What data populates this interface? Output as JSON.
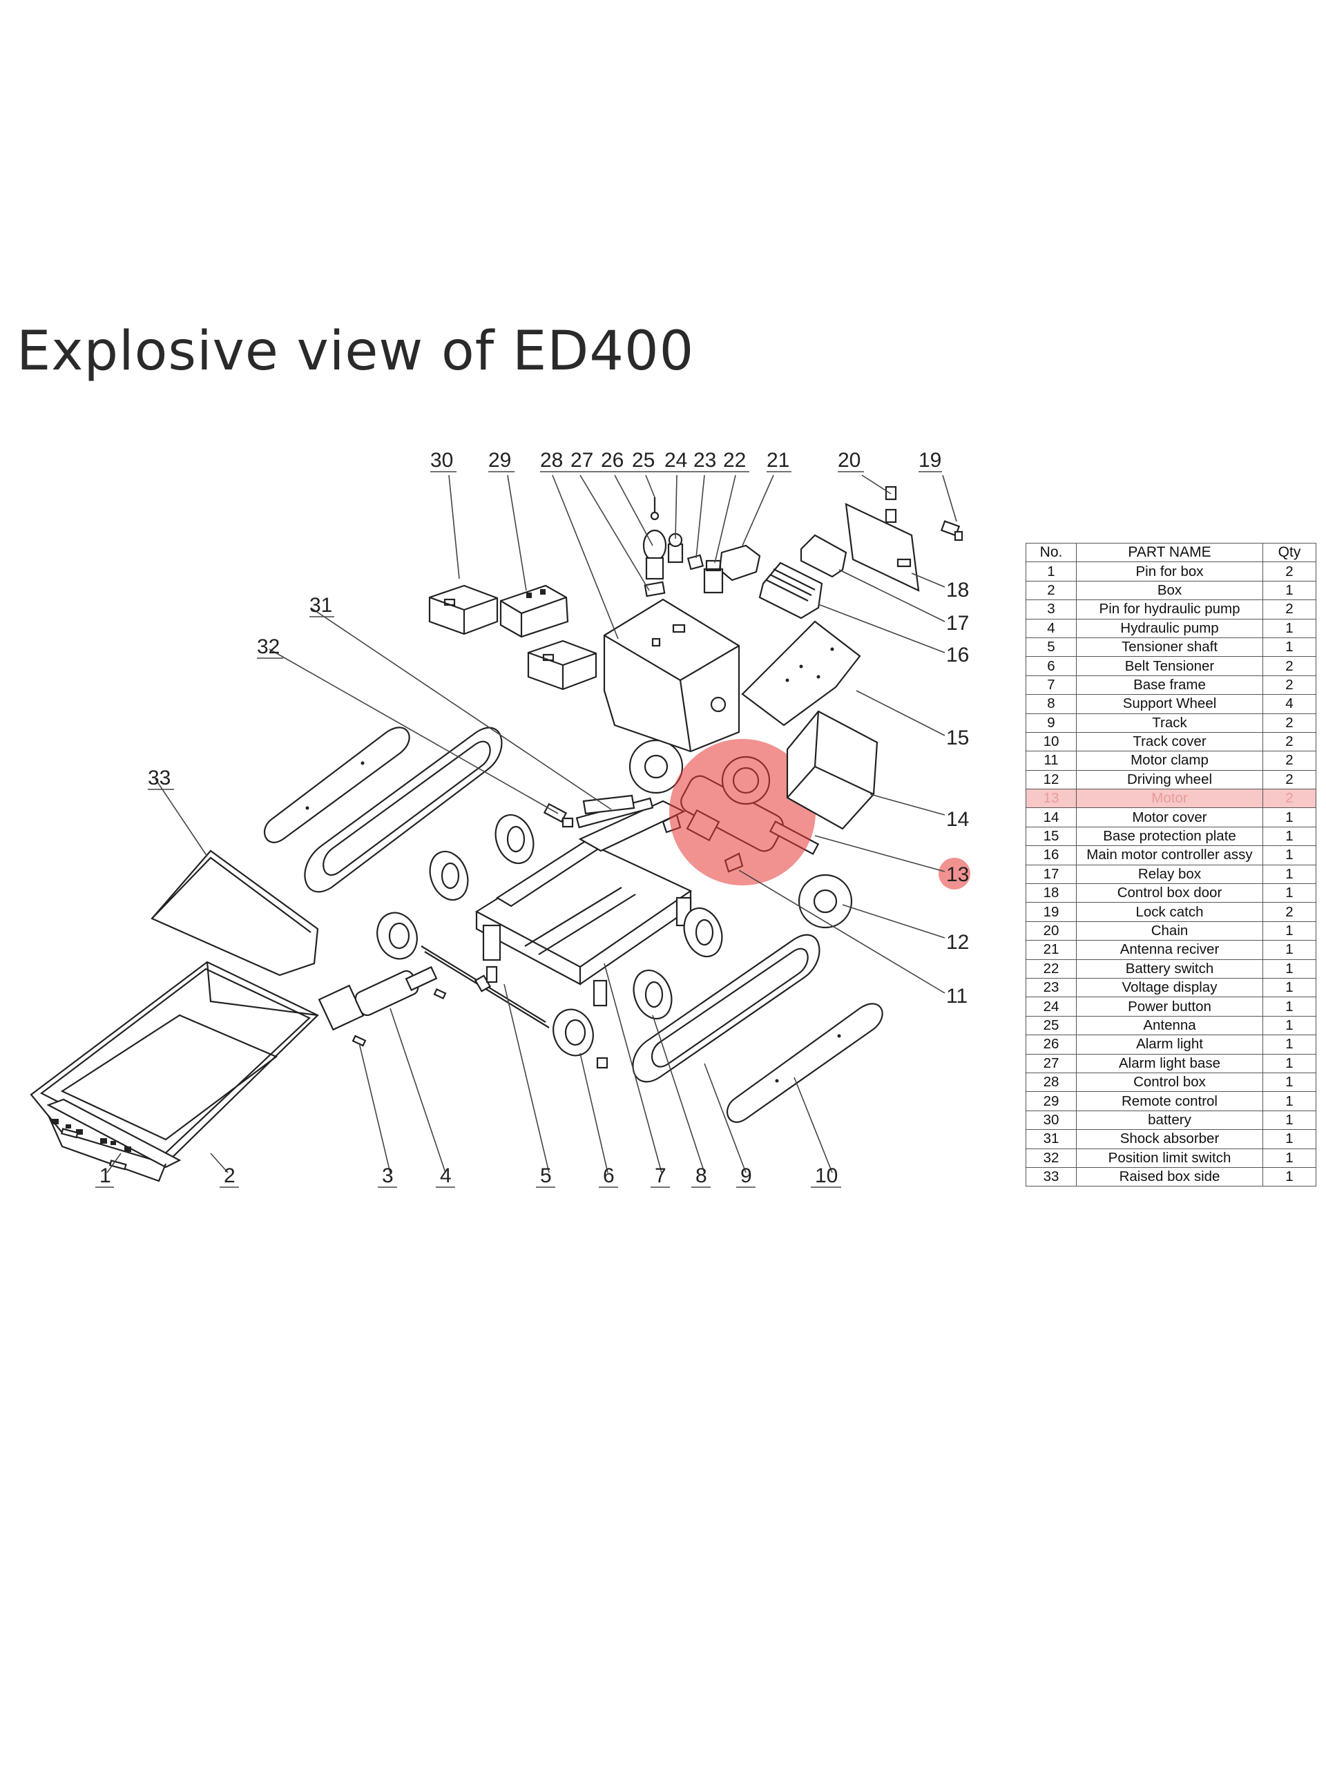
{
  "title": "Explosive view of ED400",
  "highlight_color": "#e53935",
  "callouts": [
    "1",
    "2",
    "3",
    "4",
    "5",
    "6",
    "7",
    "8",
    "9",
    "10",
    "11",
    "12",
    "13",
    "14",
    "15",
    "16",
    "17",
    "18",
    "19",
    "20",
    "21",
    "22",
    "23",
    "24",
    "25",
    "26",
    "27",
    "28",
    "29",
    "30",
    "31",
    "32",
    "33"
  ],
  "table": {
    "headers": [
      "No.",
      "PART NAME",
      "Qty"
    ],
    "highlighted_row": "13",
    "rows": [
      {
        "no": "1",
        "name": "Pin for box",
        "qty": "2"
      },
      {
        "no": "2",
        "name": "Box",
        "qty": "1"
      },
      {
        "no": "3",
        "name": "Pin for hydraulic pump",
        "qty": "2"
      },
      {
        "no": "4",
        "name": "Hydraulic pump",
        "qty": "1"
      },
      {
        "no": "5",
        "name": "Tensioner shaft",
        "qty": "1"
      },
      {
        "no": "6",
        "name": "Belt Tensioner",
        "qty": "2"
      },
      {
        "no": "7",
        "name": "Base frame",
        "qty": "2"
      },
      {
        "no": "8",
        "name": "Support Wheel",
        "qty": "4"
      },
      {
        "no": "9",
        "name": "Track",
        "qty": "2"
      },
      {
        "no": "10",
        "name": "Track cover",
        "qty": "2"
      },
      {
        "no": "11",
        "name": "Motor clamp",
        "qty": "2"
      },
      {
        "no": "12",
        "name": "Driving wheel",
        "qty": "2"
      },
      {
        "no": "13",
        "name": "Motor",
        "qty": "2"
      },
      {
        "no": "14",
        "name": "Motor cover",
        "qty": "1"
      },
      {
        "no": "15",
        "name": "Base protection plate",
        "qty": "1"
      },
      {
        "no": "16",
        "name": "Main motor controller assy",
        "qty": "1"
      },
      {
        "no": "17",
        "name": "Relay box",
        "qty": "1"
      },
      {
        "no": "18",
        "name": "Control box door",
        "qty": "1"
      },
      {
        "no": "19",
        "name": "Lock catch",
        "qty": "2"
      },
      {
        "no": "20",
        "name": "Chain",
        "qty": "1"
      },
      {
        "no": "21",
        "name": "Antenna reciver",
        "qty": "1"
      },
      {
        "no": "22",
        "name": "Battery switch",
        "qty": "1"
      },
      {
        "no": "23",
        "name": "Voltage display",
        "qty": "1"
      },
      {
        "no": "24",
        "name": "Power  button",
        "qty": "1"
      },
      {
        "no": "25",
        "name": "Antenna",
        "qty": "1"
      },
      {
        "no": "26",
        "name": "Alarm light",
        "qty": "1"
      },
      {
        "no": "27",
        "name": "Alarm light base",
        "qty": "1"
      },
      {
        "no": "28",
        "name": "Control box",
        "qty": "1"
      },
      {
        "no": "29",
        "name": "Remote control",
        "qty": "1"
      },
      {
        "no": "30",
        "name": "battery",
        "qty": "1"
      },
      {
        "no": "31",
        "name": "Shock absorber",
        "qty": "1"
      },
      {
        "no": "32",
        "name": "Position limit switch",
        "qty": "1"
      },
      {
        "no": "33",
        "name": "Raised box side",
        "qty": "1"
      }
    ]
  }
}
